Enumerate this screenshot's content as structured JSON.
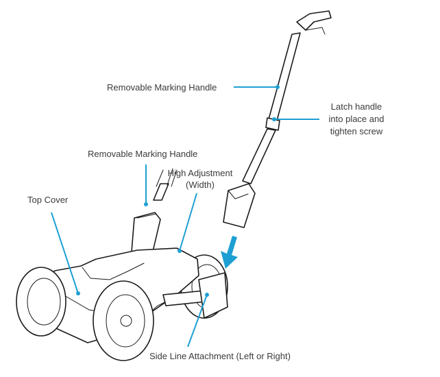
{
  "labels": {
    "handle_upper": "Removable Marking Handle",
    "latch_line1": "Latch handle",
    "latch_line2": "into place and",
    "latch_line3": "tighten screw",
    "handle_lower": "Removable Marking Handle",
    "adjust_line1": "High Adjustment",
    "adjust_line2": "(Width)",
    "top_cover": "Top Cover",
    "side_line": "Side Line Attachment (Left or Right)"
  },
  "colors": {
    "leader": "#1e9fd3",
    "outline": "#1a1a1a",
    "text": "#3a3a3a"
  }
}
